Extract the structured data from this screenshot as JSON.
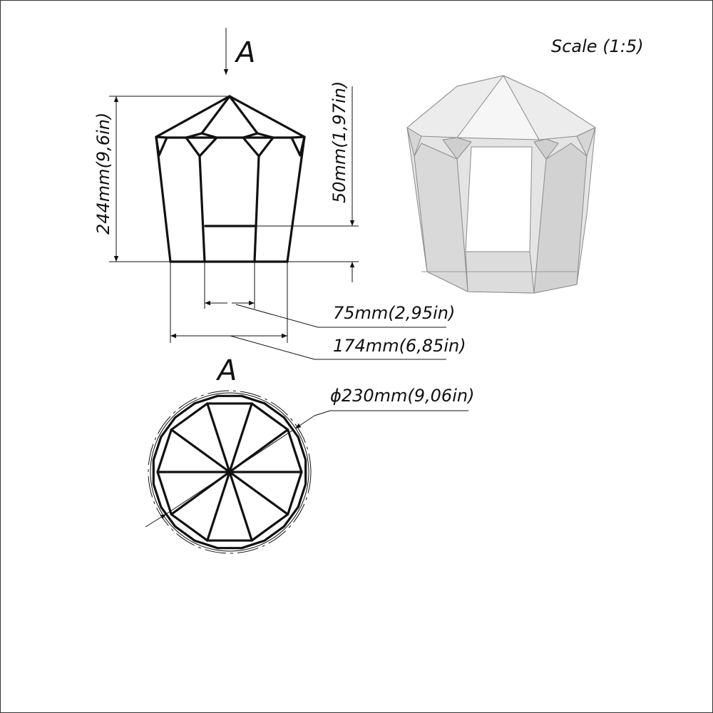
{
  "scale_label": "Scale (1:5)",
  "view_marker_top": "A",
  "view_marker_bottom": "A",
  "dimensions": {
    "height_total": "244mm(9,6in)",
    "door_height": "50mm(1,97in)",
    "door_width": "75mm(2,95in)",
    "base_width": "174mm(6,85in)",
    "diameter": "ϕ230mm(9,06in)"
  }
}
